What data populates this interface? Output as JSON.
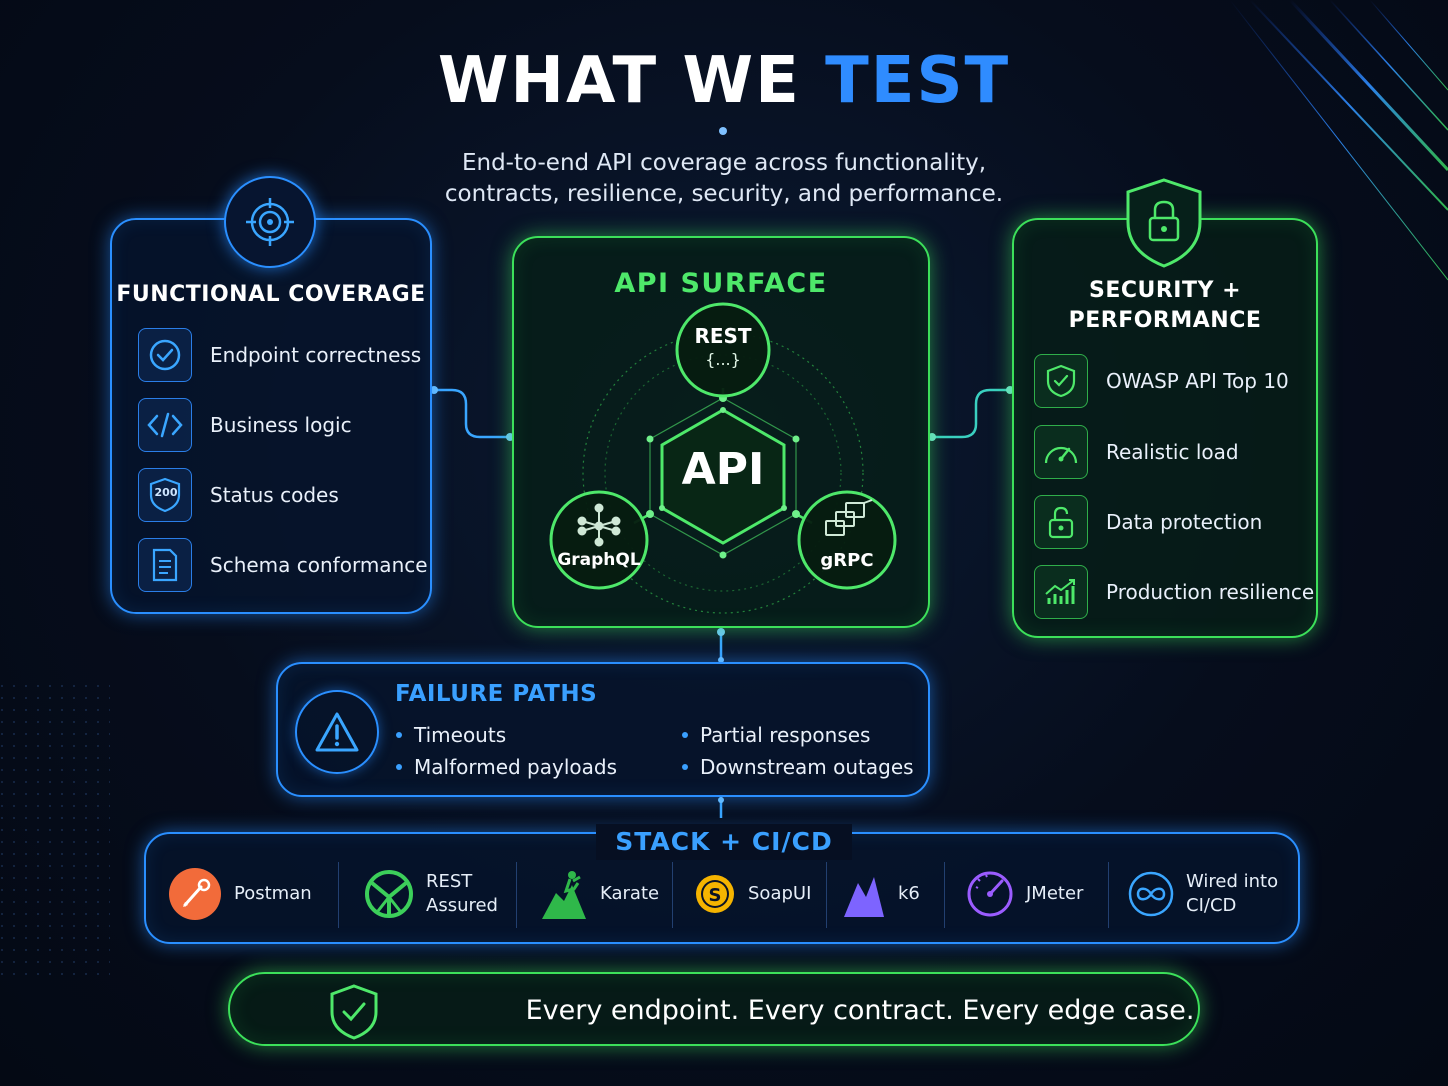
{
  "header": {
    "title_main": "WHAT WE",
    "title_accent": "TEST",
    "subtitle_line1": "End-to-end API coverage across functionality,",
    "subtitle_line2": "contracts, resilience, security, and performance."
  },
  "functional": {
    "title": "FUNCTIONAL COVERAGE",
    "items": [
      {
        "label": "Endpoint correctness",
        "icon": "check-circle-icon"
      },
      {
        "label": "Business logic",
        "icon": "code-icon"
      },
      {
        "label": "Status codes",
        "icon": "shield-200-icon",
        "badge": "200"
      },
      {
        "label": "Schema conformance",
        "icon": "document-icon"
      }
    ]
  },
  "api_surface": {
    "title": "API SURFACE",
    "center": "API",
    "nodes": {
      "rest": {
        "label": "REST",
        "sub": "{...}"
      },
      "graphql": {
        "label": "GraphQL"
      },
      "grpc": {
        "label": "gRPC"
      }
    }
  },
  "security": {
    "title_line1": "SECURITY +",
    "title_line2": "PERFORMANCE",
    "items": [
      {
        "label": "OWASP API Top 10",
        "icon": "shield-check-icon"
      },
      {
        "label": "Realistic load",
        "icon": "gauge-icon"
      },
      {
        "label": "Data protection",
        "icon": "lock-icon"
      },
      {
        "label": "Production resilience",
        "icon": "chart-up-icon"
      }
    ]
  },
  "failure_paths": {
    "title": "FAILURE PATHS",
    "items": [
      "Timeouts",
      "Malformed payloads",
      "Partial responses",
      "Downstream outages"
    ]
  },
  "stack": {
    "title": "STACK + CI/CD",
    "tools": [
      {
        "name": "Postman",
        "icon": "postman-icon"
      },
      {
        "name_line1": "REST",
        "name_line2": "Assured",
        "icon": "rest-assured-icon"
      },
      {
        "name": "Karate",
        "icon": "karate-icon"
      },
      {
        "name": "SoapUI",
        "icon": "soapui-icon"
      },
      {
        "name": "k6",
        "icon": "k6-icon"
      },
      {
        "name": "JMeter",
        "icon": "jmeter-icon"
      },
      {
        "name_line1": "Wired into",
        "name_line2": "CI/CD",
        "icon": "infinity-icon"
      }
    ]
  },
  "tagline": {
    "text": "Every endpoint. Every contract. Every edge case.",
    "icon": "shield-check-icon"
  },
  "colors": {
    "blue_accent": "#2f8cff",
    "green_accent": "#3ce05a",
    "background": "#060d1c"
  }
}
